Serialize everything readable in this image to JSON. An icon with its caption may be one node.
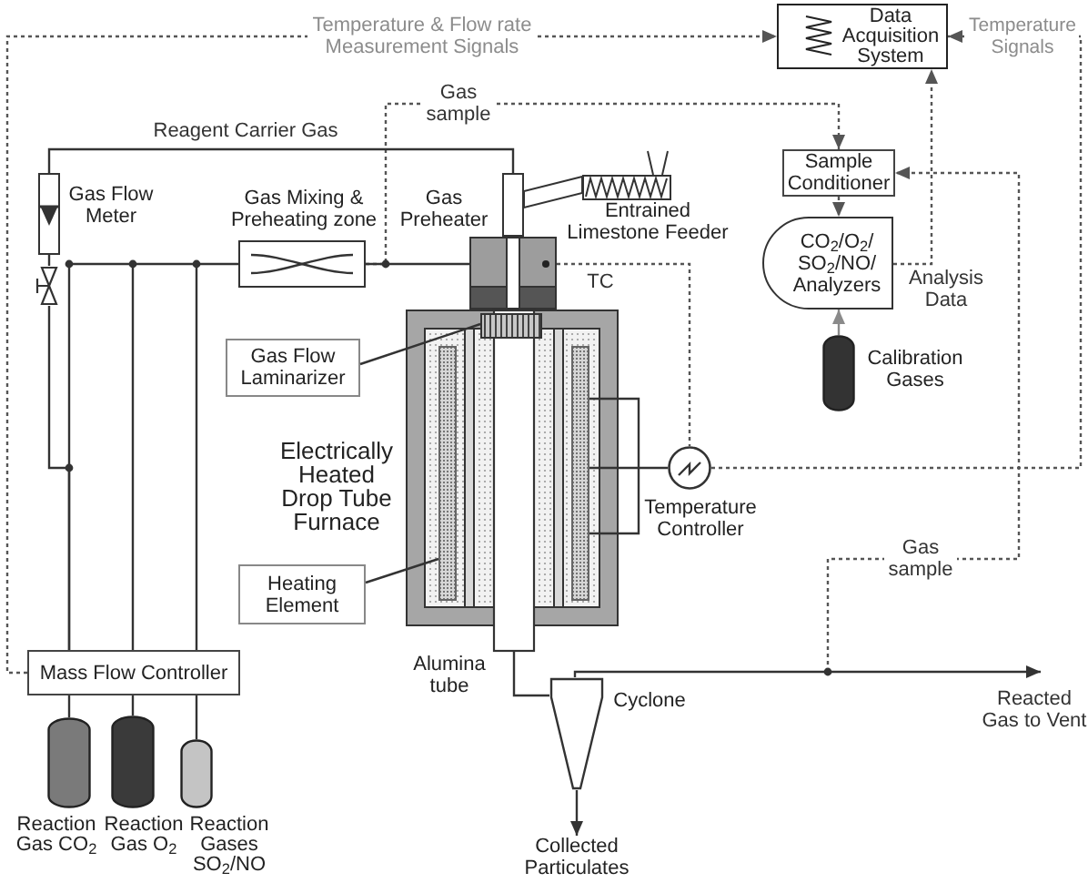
{
  "diagram": {
    "nodes": [
      {
        "text": [
          "Data Acquisition System"
        ]
      },
      {
        "text": [],
        "shape": "picture",
        "beside": [
          "Gas Flow Meter"
        ]
      },
      {
        "text": [],
        "shape": "box",
        "beside": [
          "Gas Mixing & Preheating zone"
        ]
      },
      {
        "text": [],
        "shape": "box",
        "beside": [
          "Gas Preheater"
        ]
      },
      {
        "text": [],
        "shape": "picture",
        "beside": [
          "Entrained Limestone Feeder"
        ]
      },
      {
        "text": [
          "Sample Conditioner"
        ]
      },
      {
        "text": [],
        "shape": "valve"
      },
      {
        "text": [
          "CO$_{2}$/O$_{2}$/ SO$_{2}$/NO/ Analyzers"
        ]
      },
      {
        "text": [],
        "shape": "box"
      },
      {
        "text": [],
        "shape": "picture",
        "beside": [
          "Electrically Heated Drop Tube Furnace"
        ]
      },
      {
        "text": [
          "Gas Flow Laminarizer"
        ]
      },
      {
        "text": [],
        "shape": "box",
        "in": 9
      },
      {
        "text": [],
        "shape": "cylinder",
        "beside": [
          "Calibration Gases"
        ]
      },
      {
        "text": [],
        "shape": "bar",
        "in": 9
      },
      {
        "text": [],
        "shape": "bar",
        "in": 9
      },
      {
        "text": [],
        "shape": "circle",
        "beside": [
          "Temperature Controller"
        ]
      },
      {
        "text": [
          "Heating Element"
        ]
      },
      {
        "text": [
          "Mass Flow Controller"
        ]
      },
      {
        "text": [],
        "shape": "picture",
        "beside": [
          "Cyclone"
        ]
      },
      {
        "text": [],
        "shape": "cylinder",
        "beside": [
          "Reaction Gas CO$_{2}$"
        ]
      },
      {
        "text": [],
        "shape": "cylinder",
        "beside": [
          "Reaction Gas O$_{2}$"
        ]
      },
      {
        "text": [],
        "shape": "cylinder",
        "beside": [
          "Reaction Gases SO$_{2}$/NO"
        ]
      },
      {
        "text": [
          "Collected Particulates"
        ]
      },
      {
        "text": [],
        "shape": "tube",
        "beside": [
          "Alumina tube"
        ]
      }
    ],
    "edges": [
      {
        "from": 17,
        "to": 0,
        "arrow": "to",
        "style": "dashed",
        "label": "Temperature & Flow rate Measurement Signals"
      },
      {
        "from": 15,
        "to": 0,
        "arrow": "to",
        "style": "dashed",
        "label": "Temperature Signals"
      },
      {
        "from": 7,
        "to": 0,
        "arrow": "to",
        "style": "dashed",
        "label": "Analysis Data"
      },
      {
        "from": 5,
        "to": 7,
        "arrow": "to",
        "style": "dashed"
      },
      {
        "from": 2,
        "to": 5,
        "arrow": "to",
        "style": "dashed",
        "label": "Gas sample"
      },
      {
        "from": null,
        "to": 5,
        "arrow": "to",
        "style": "dashed",
        "label": "Gas sample"
      },
      {
        "from": 12,
        "to": 7,
        "arrow": "to",
        "color": "#8a8a8a"
      },
      {
        "from": 8,
        "to": 15,
        "arrow": "none",
        "style": "dashed",
        "label": "TC"
      },
      {
        "from": 14,
        "to": 15,
        "arrow": "none"
      },
      {
        "from": 19,
        "to": 17,
        "arrow": "none"
      },
      {
        "from": 20,
        "to": 17,
        "arrow": "none"
      },
      {
        "from": 21,
        "to": 17,
        "arrow": "none"
      },
      {
        "from": 17,
        "to": 2,
        "arrow": "none"
      },
      {
        "from": 17,
        "to": 6,
        "arrow": "none"
      },
      {
        "from": 6,
        "to": 1,
        "arrow": "none"
      },
      {
        "from": 1,
        "to": 3,
        "arrow": "none",
        "label": "Reagent Carrier Gas"
      },
      {
        "from": 2,
        "to": 8,
        "arrow": "none"
      },
      {
        "from": 10,
        "to": 11,
        "arrow": "none"
      },
      {
        "from": 16,
        "to": 13,
        "arrow": "none"
      },
      {
        "from": 23,
        "to": 18,
        "arrow": "none"
      },
      {
        "from": 18,
        "to": null,
        "arrow": "to",
        "label": "Reacted Gas to Vent"
      },
      {
        "from": 18,
        "to": 22,
        "arrow": "to"
      }
    ]
  }
}
